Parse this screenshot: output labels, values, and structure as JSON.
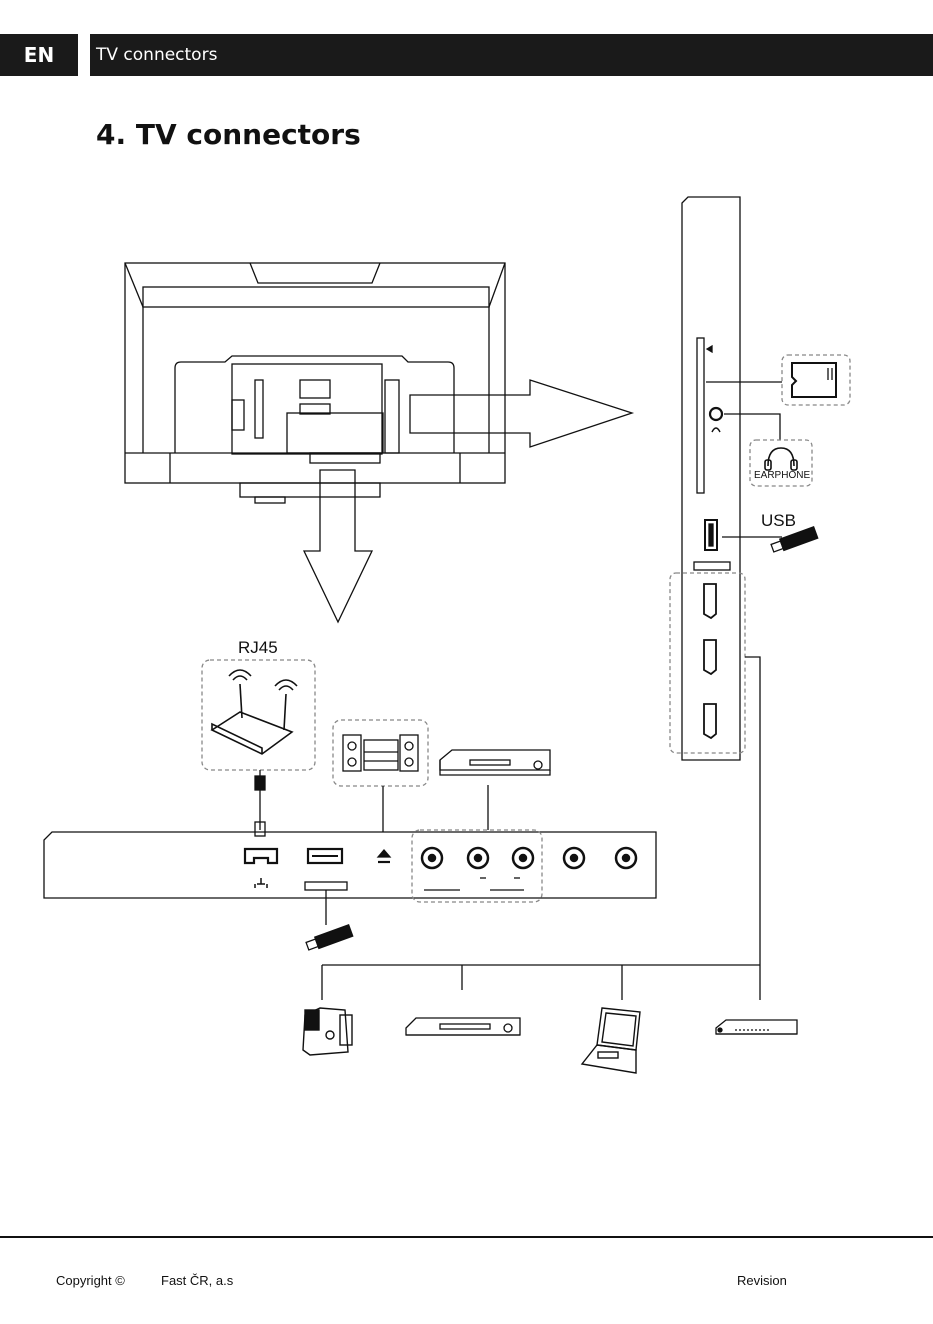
{
  "header": {
    "lang_tag": "EN",
    "section_title": "TV connectors"
  },
  "page": {
    "title": "4. TV connectors"
  },
  "labels": {
    "rj45": "RJ45",
    "usb": "USB",
    "earphone": "EARPHONE"
  },
  "footer": {
    "copyright": "Copyright ©",
    "company": "Fast ČR, a.s",
    "revision": "Revision"
  },
  "icons": [
    "sd-card-icon",
    "headphones-icon",
    "usb-stick-icon",
    "router-icon",
    "stereo-icon",
    "dvd-player-icon",
    "camcorder-icon",
    "laptop-icon",
    "set-top-box-icon",
    "ethernet-icon",
    "eject-icon",
    "hdmi-port-icon"
  ],
  "colors": {
    "header_bg": "#1a1a1a",
    "line": "#111111",
    "dashed": "#888888"
  }
}
